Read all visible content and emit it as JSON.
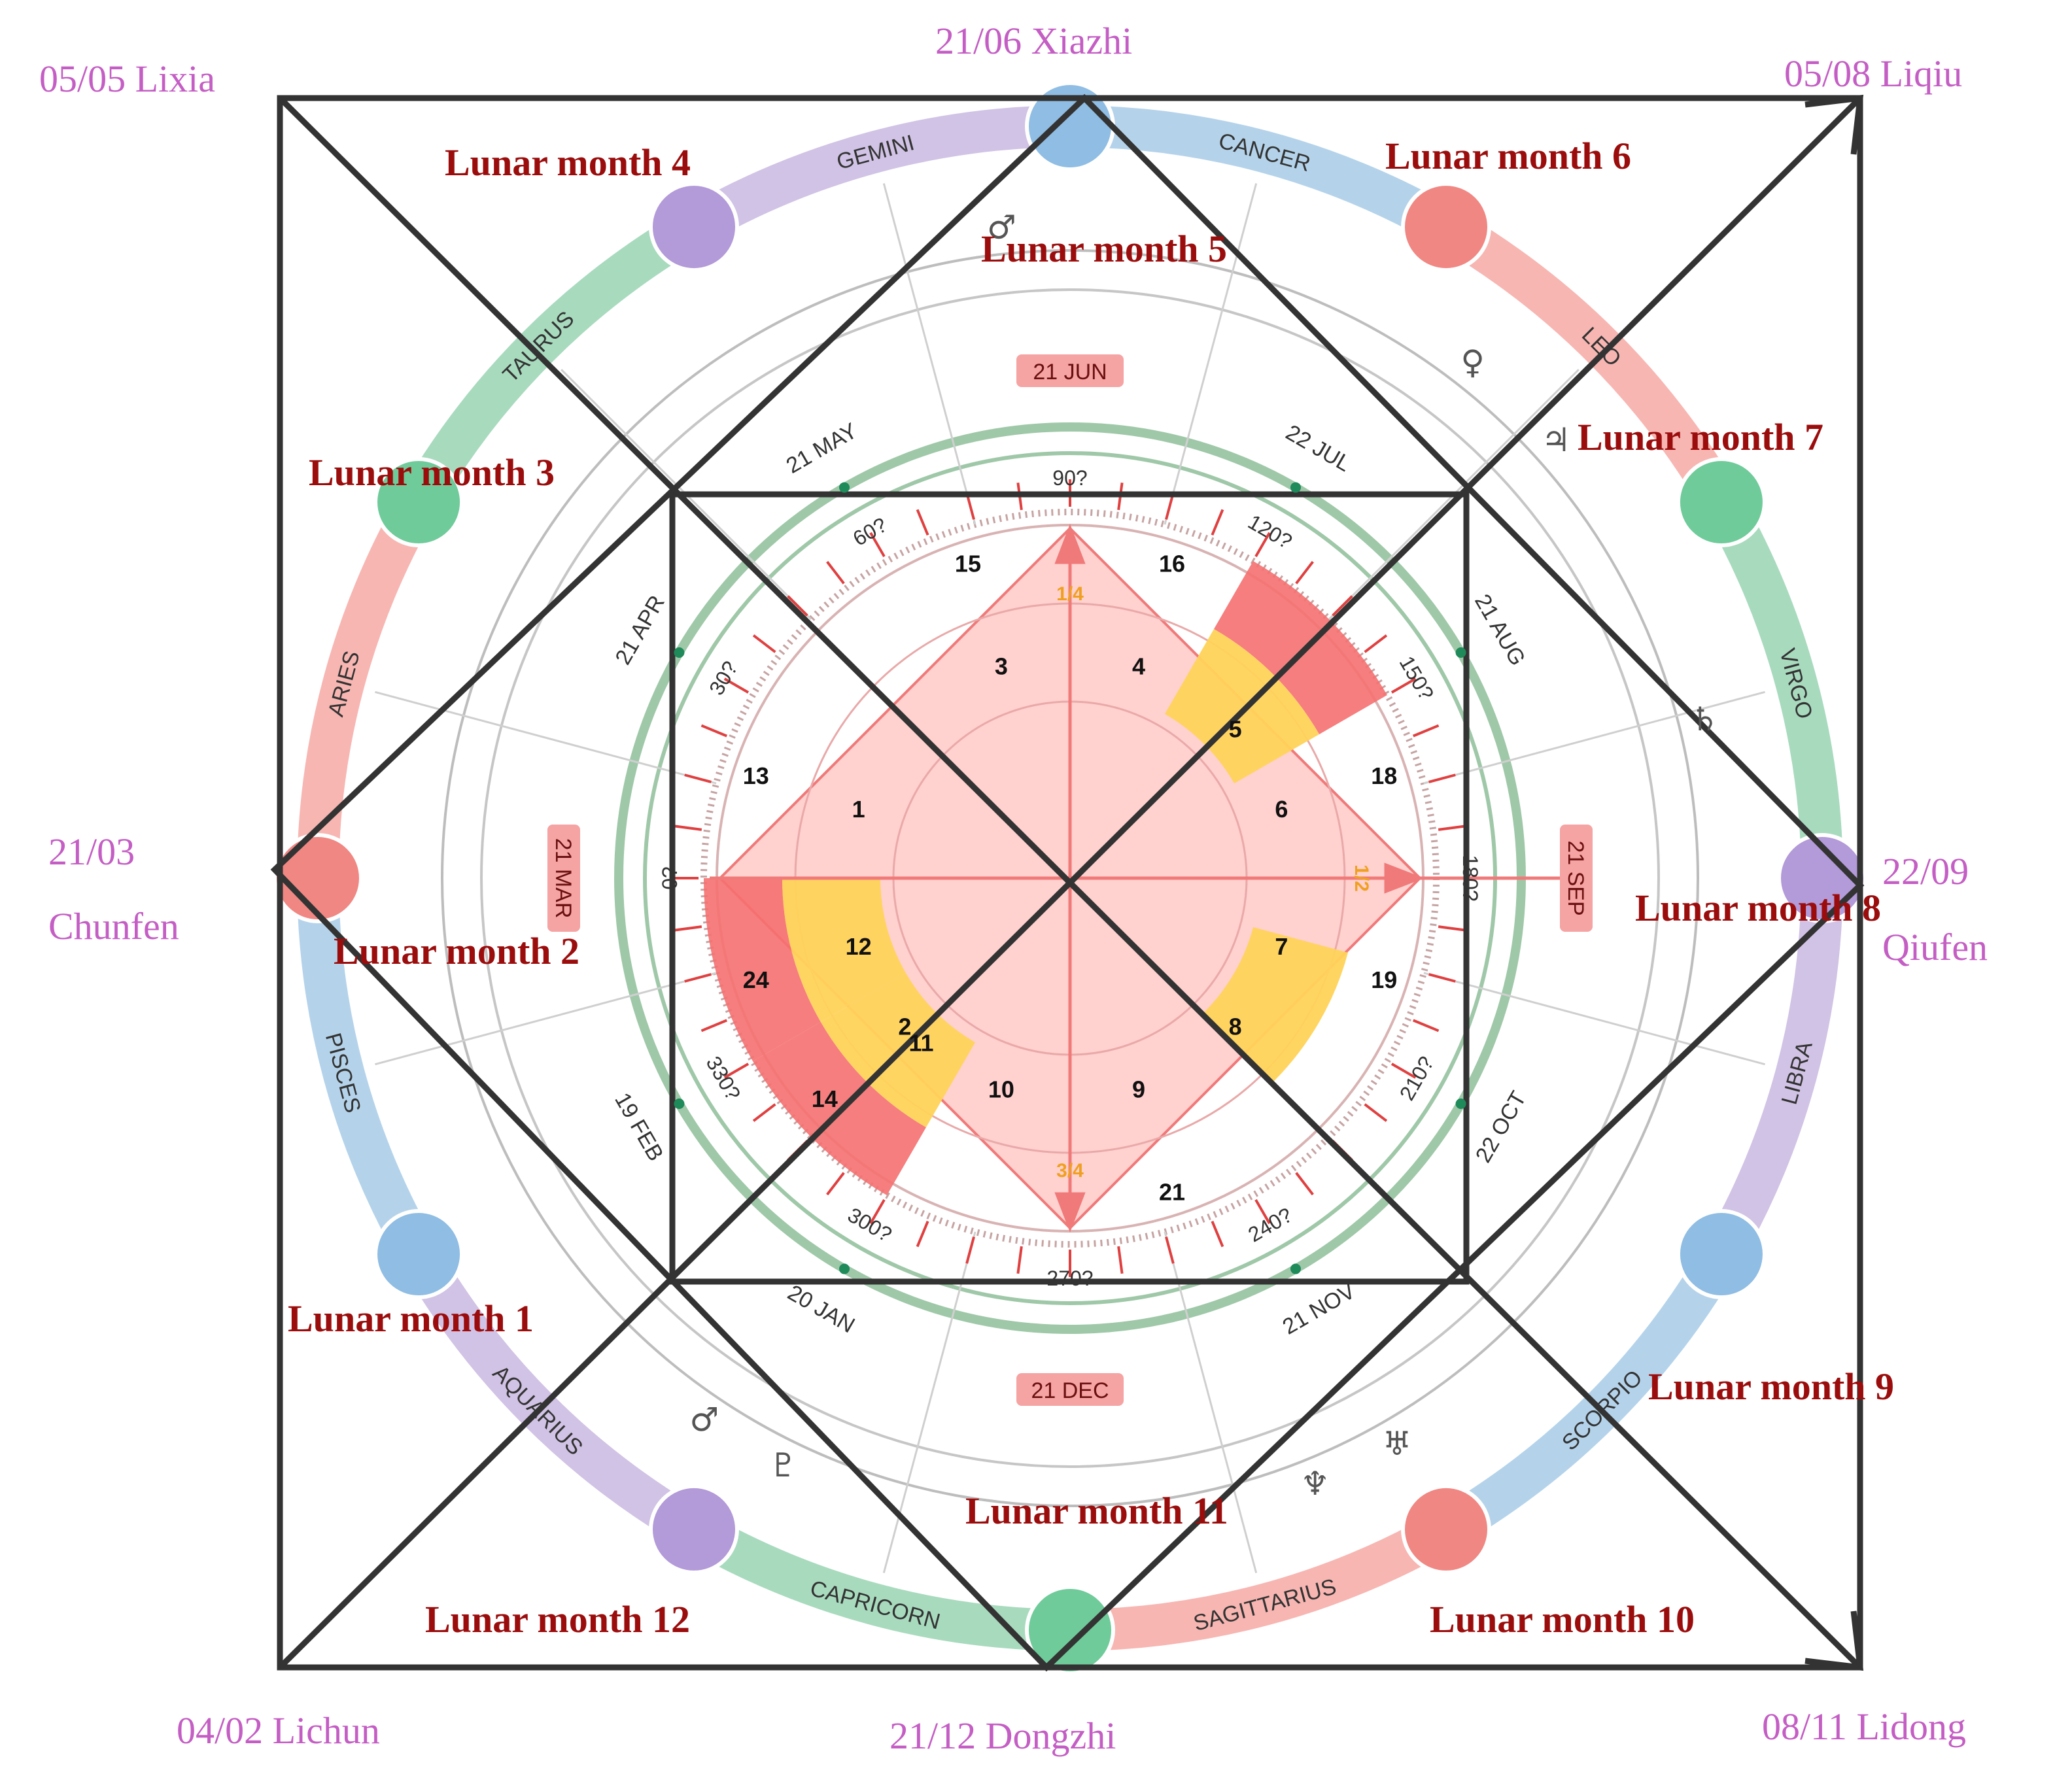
{
  "colors": {
    "corner_label": "#c45ec4",
    "month_label": "#9b0d0d",
    "frame": "#333333",
    "center_fill": "#ffd1cf",
    "highlight_red": "#f57070",
    "highlight_yellow": "#ffd35a",
    "ring_green": "#9fc8a8",
    "band_purple": "#c9b8e0",
    "band_blue": "#a7cbe6",
    "band_green": "#99d4b3",
    "band_pink": "#f6a9a5"
  },
  "corners": {
    "top_left": "05/05 Lixia",
    "top": "21/06 Xiazhi",
    "top_right": "05/08 Liqiu",
    "left_date": "21/03",
    "left_name": "Chunfen",
    "right_date": "22/09",
    "right_name": "Qiufen",
    "bottom_left": "04/02 Lichun",
    "bottom": "21/12 Dongzhi",
    "bottom_right": "08/11 Lidong"
  },
  "lunar_months": [
    "Lunar month 1",
    "Lunar month 2",
    "Lunar month 3",
    "Lunar month 4",
    "Lunar month 5",
    "Lunar month 6",
    "Lunar month 7",
    "Lunar month 8",
    "Lunar month 9",
    "Lunar month 10",
    "Lunar month 11",
    "Lunar month 12"
  ],
  "zodiac_signs": [
    "GEMINI",
    "CANCER",
    "LEO",
    "VIRGO",
    "LIBRA",
    "SCORPIO",
    "SAGITTARIUS",
    "CAPRICORN",
    "AQUARIUS",
    "PISCES",
    "ARIES",
    "TAURUS"
  ],
  "cardinal_dates": {
    "top": "21 JUN",
    "right": "21 SEP",
    "bottom": "21 DEC",
    "left": "21 MAR"
  },
  "date_marks": [
    "21 MAY",
    "22 JUL",
    "21 AUG",
    "22 OCT",
    "21 NOV",
    "20 JAN",
    "19 FEB",
    "21 APR"
  ],
  "degree_marks": [
    "90?",
    "60?",
    "120?",
    "150?",
    "180?",
    "210?",
    "240?",
    "270?",
    "300?",
    "330?",
    "0?",
    "30?"
  ],
  "inner_numbers": [
    "1",
    "2",
    "3",
    "4",
    "5",
    "6",
    "7",
    "8",
    "9",
    "10",
    "11",
    "12"
  ],
  "outer_numbers": [
    "13",
    "14",
    "15",
    "16",
    "18",
    "19",
    "21",
    "24"
  ],
  "fractions": {
    "top": "1/4",
    "right": "1/2",
    "bottom": "3/4"
  },
  "planet_symbols": [
    "♂",
    "♀",
    "♃",
    "♄",
    "♅",
    "♆",
    "♇",
    "♂"
  ]
}
